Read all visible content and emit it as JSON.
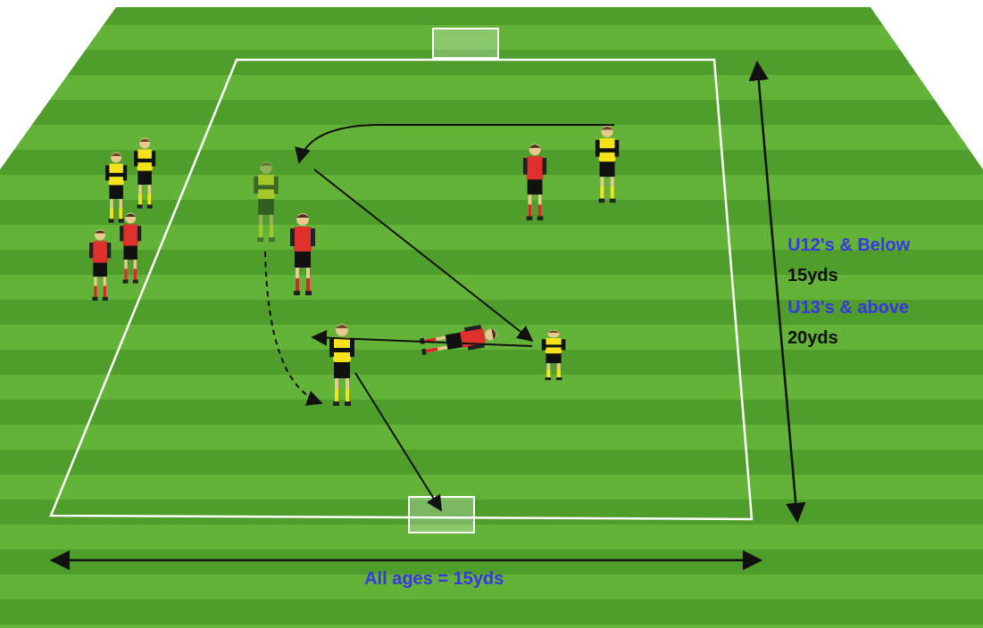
{
  "diagram": {
    "labels": [
      "U12's & Below",
      "15yds",
      "U13's & above",
      "20yds",
      "All ages = 15yds"
    ]
  }
}
